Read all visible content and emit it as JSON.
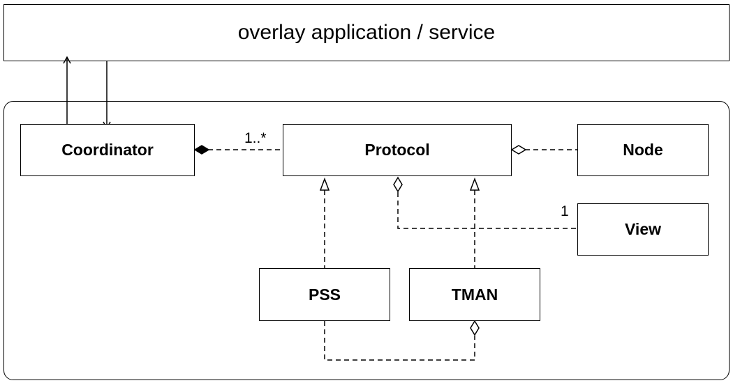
{
  "diagram": {
    "overlay": {
      "label": "overlay application / service"
    },
    "classes": {
      "coordinator": "Coordinator",
      "protocol": "Protocol",
      "node": "Node",
      "view": "View",
      "pss": "PSS",
      "tman": "TMAN"
    },
    "multiplicities": {
      "coordinator_protocol": "1..*",
      "protocol_view": "1"
    }
  }
}
